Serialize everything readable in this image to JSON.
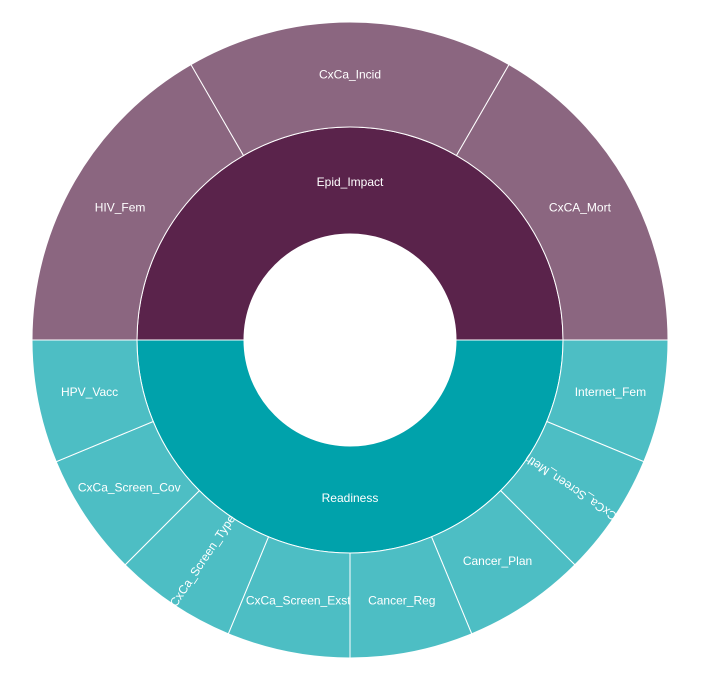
{
  "chart_data": {
    "type": "sunburst",
    "title": "",
    "colors": {
      "Epid_Impact": {
        "inner": "#5a234b",
        "outer": "#8b6680"
      },
      "Readiness": {
        "inner": "#00a2ab",
        "outer": "#4dbec4"
      }
    },
    "hierarchy": [
      {
        "name": "Epid_Impact",
        "children": [
          {
            "name": "HIV_Fem",
            "value": 1
          },
          {
            "name": "CxCa_Incid",
            "value": 1
          },
          {
            "name": "CxCA_Mort",
            "value": 1
          }
        ]
      },
      {
        "name": "Readiness",
        "children": [
          {
            "name": "Internet_Fem",
            "value": 1
          },
          {
            "name": "CxCa_Screen_Meth",
            "value": 1
          },
          {
            "name": "Cancer_Plan",
            "value": 1
          },
          {
            "name": "Cancer_Reg",
            "value": 1
          },
          {
            "name": "CxCa_Screen_Exst",
            "value": 1
          },
          {
            "name": "CxCa_Screen_Type",
            "value": 1
          },
          {
            "name": "CxCa_Screen_Cov",
            "value": 1
          },
          {
            "name": "HPV_Vacc",
            "value": 1
          }
        ]
      }
    ]
  }
}
